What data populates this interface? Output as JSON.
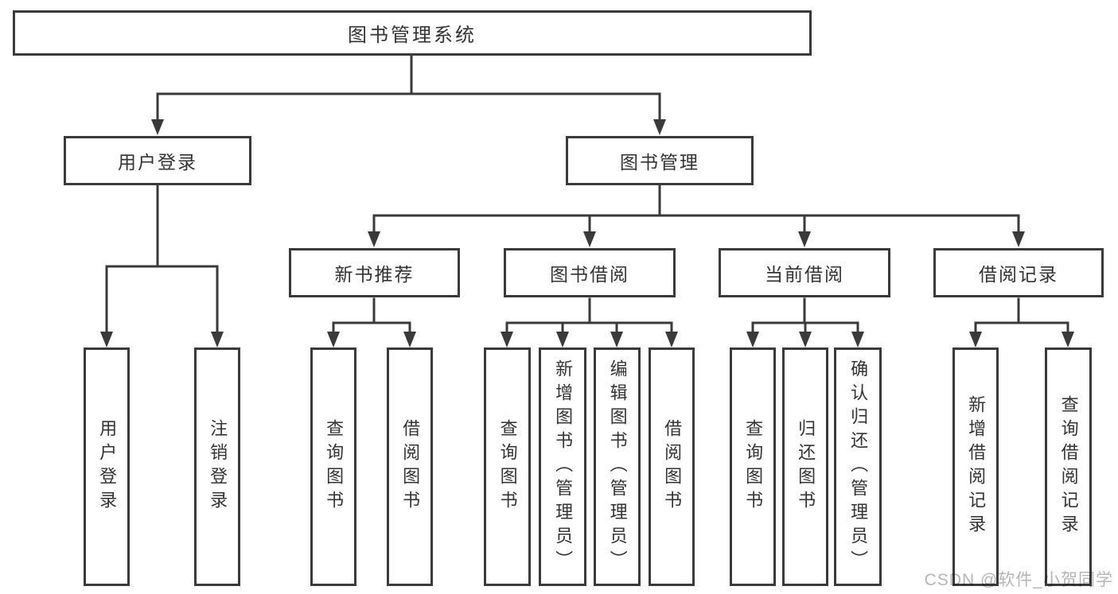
{
  "diagram_type": "hierarchy-tree",
  "tree": {
    "label": "图书管理系统",
    "children": [
      {
        "label": "用户登录",
        "children": [
          {
            "label": "用户登录"
          },
          {
            "label": "注销登录"
          }
        ]
      },
      {
        "label": "图书管理",
        "children": [
          {
            "label": "新书推荐",
            "children": [
              {
                "label": "查询图书"
              },
              {
                "label": "借阅图书"
              }
            ]
          },
          {
            "label": "图书借阅",
            "children": [
              {
                "label": "查询图书"
              },
              {
                "label": "新增图书（管理员）"
              },
              {
                "label": "编辑图书（管理员）"
              },
              {
                "label": "借阅图书"
              }
            ]
          },
          {
            "label": "当前借阅",
            "children": [
              {
                "label": "查询图书"
              },
              {
                "label": "归还图书"
              },
              {
                "label": "确认归还（管理员）"
              }
            ]
          },
          {
            "label": "借阅记录",
            "children": [
              {
                "label": "新增借阅记录"
              },
              {
                "label": "查询借阅记录"
              }
            ]
          }
        ]
      }
    ]
  },
  "watermark": {
    "text": "CSDN @软件_小贺同学"
  },
  "colors": {
    "line": "#3a3a3a",
    "text": "#333333",
    "background": "#ffffff",
    "watermark": "#b5b5b5"
  }
}
